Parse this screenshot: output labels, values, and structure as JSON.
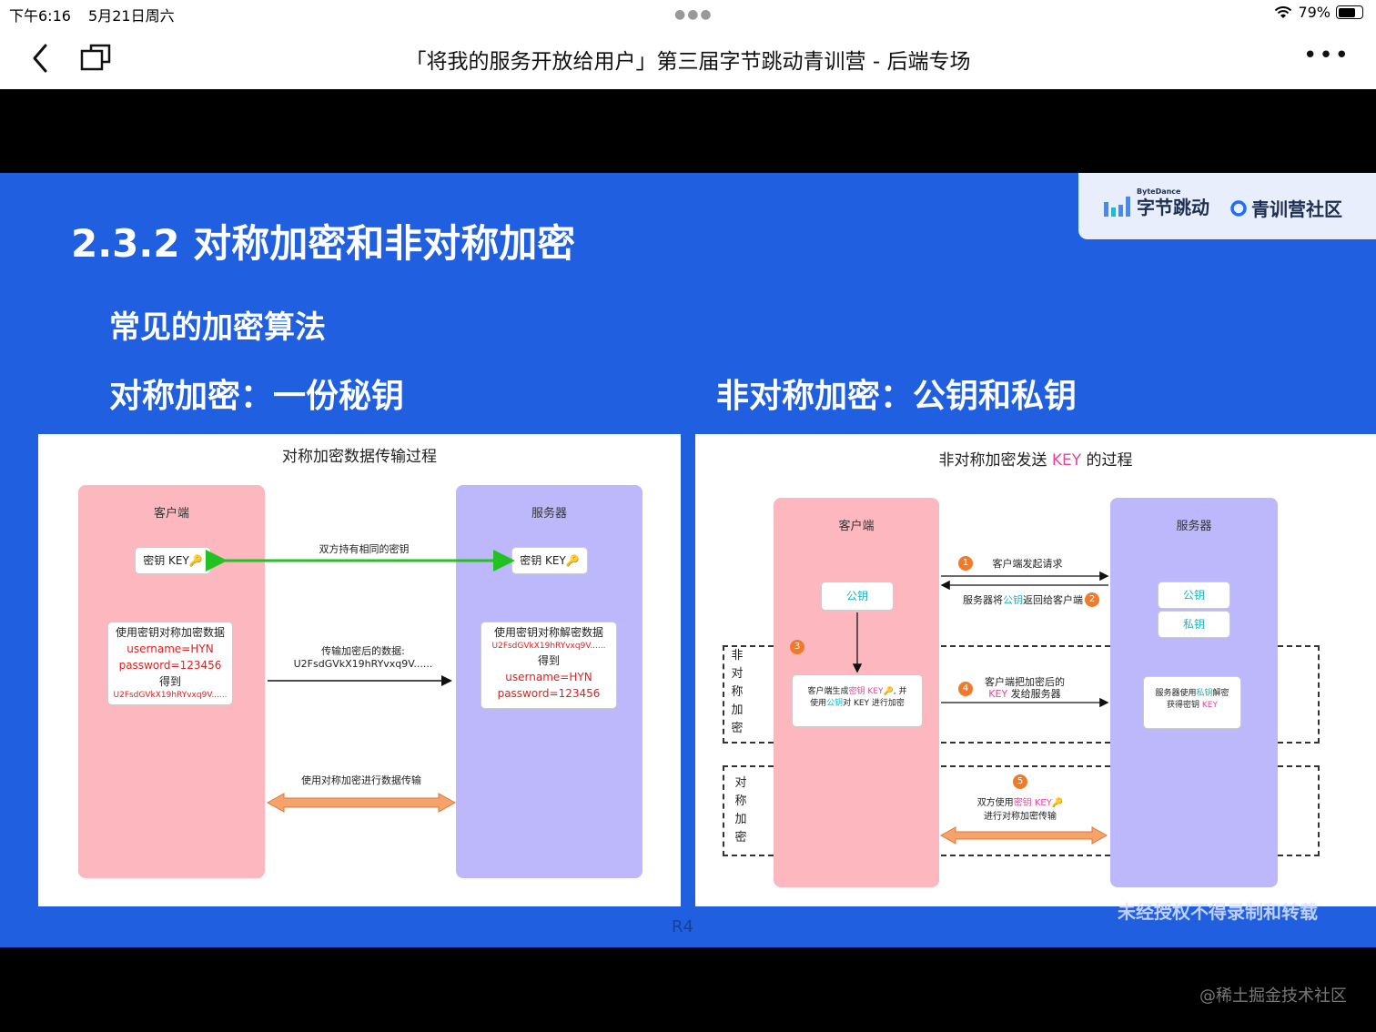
{
  "status": {
    "time": "下午6:16",
    "date": "5月21日周六",
    "battery": "79%",
    "battery_level": 0.79
  },
  "nav": {
    "title": "「将我的服务开放给用户」第三届字节跳动青训营 - 后端专场"
  },
  "logos": {
    "bytedance_small": "ByteDance",
    "bytedance": "字节跳动",
    "qingxun": "青训营社区"
  },
  "slide": {
    "title": "2.3.2 对称加密和非对称加密",
    "sub1": "常见的加密算法",
    "sub2": "对称加密：一份秘钥",
    "sub3": "非对称加密：公钥和私钥",
    "watermark": "未经授权不得录制和转载",
    "page": "R4"
  },
  "panel1": {
    "title": "对称加密数据传输过程",
    "client": "客户端",
    "server": "服务器",
    "key_client": "密钥 KEY🔑",
    "key_server": "密钥 KEY🔑",
    "shared_label": "双方持有相同的密钥",
    "enc_box": {
      "line1": "使用密钥对称加密数据",
      "line2": "username=HYN",
      "line3": "password=123456",
      "line4": "得到",
      "line5": "U2FsdGVkX19hRYvxq9V......"
    },
    "transfer_label1": "传输加密后的数据:",
    "transfer_label2": "U2FsdGVkX19hRYvxq9V......",
    "dec_box": {
      "line1": "使用密钥对称解密数据",
      "line2": "U2FsdGVkX19hRYvxq9V......",
      "line3": "得到",
      "line4": "username=HYN",
      "line5": "password=123456"
    },
    "bottom_label": "使用对称加密进行数据传输"
  },
  "panel2": {
    "title_a": "非对称加密发送 ",
    "title_key": "KEY",
    "title_b": " 的过程",
    "client": "客户端",
    "server": "服务器",
    "pub_client": "公钥",
    "pub_server": "公钥",
    "priv_server": "私钥",
    "step1": "1",
    "step1_label": "客户端发起请求",
    "step2": "2",
    "step2_a": "服务器将",
    "step2_b": "公钥",
    "step2_c": "返回给客户端",
    "step3": "3",
    "gen_a": "客户端生成",
    "gen_b": "密钥 KEY",
    "gen_c": "🔑, 并",
    "gen_d": "使用",
    "gen_e": "公钥",
    "gen_f": "对 KEY 进行加密",
    "step4": "4",
    "step4_a": "客户端把加密后的",
    "step4_b": "KEY",
    "step4_c": " 发给服务器",
    "srv_a": "服务器使用",
    "srv_b": "私钥",
    "srv_c": "解密",
    "srv_d": "获得密钥 ",
    "srv_e": "KEY",
    "asym_v": [
      "非",
      "对",
      "称",
      "加",
      "密"
    ],
    "sym_v": [
      "对",
      "称",
      "加",
      "密"
    ],
    "step5": "5",
    "step5_a": "双方使用",
    "step5_b": "密钥 KEY",
    "step5_c": "🔑",
    "step5_d": "进行对称加密传输"
  },
  "footer": {
    "watermark": "@稀土掘金技术社区"
  }
}
